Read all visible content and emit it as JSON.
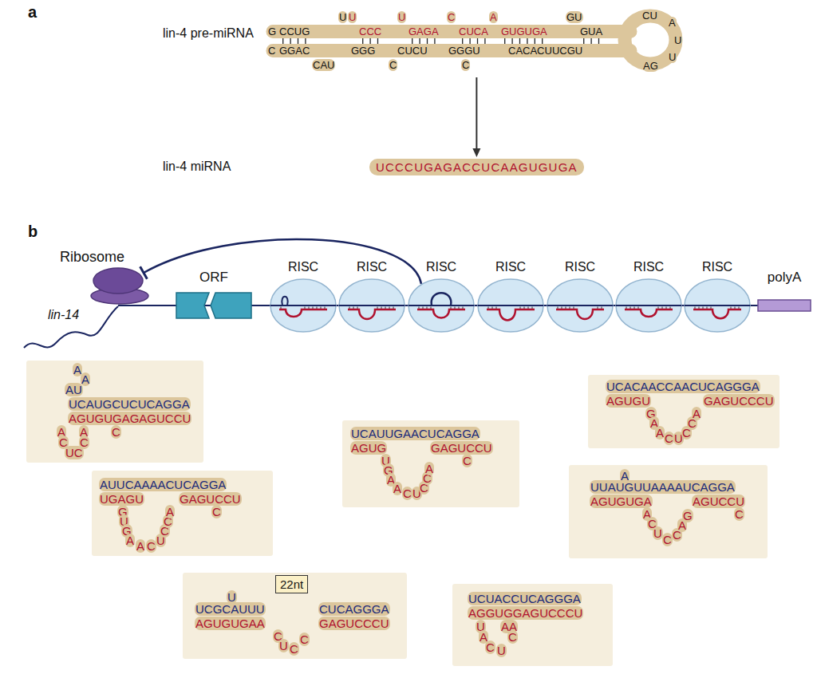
{
  "diagram": {
    "nodes": [
      {
        "text": [
          "U",
          "U",
          "U",
          "C",
          "A",
          "GU",
          "CU",
          "A",
          "G",
          "CCUG",
          "CCC",
          "GAGA",
          "CUCA",
          "GUGUGA",
          "GUA",
          "U",
          "C",
          "GGAC",
          "GGG",
          "CUCU",
          "GGGU",
          "CACACUUCGU",
          "U",
          "CAU",
          "C",
          "C",
          "AG"
        ]
      },
      {
        "text": [
          "UCCCUGAGACCUCAAGUGUGA"
        ]
      },
      {
        "text": [
          "Ribosome"
        ]
      },
      {
        "text": [
          "ORF"
        ]
      },
      {
        "text": [
          "RISC"
        ]
      },
      {
        "text": [
          "RISC"
        ]
      },
      {
        "text": [
          "RISC"
        ]
      },
      {
        "text": [
          "RISC"
        ]
      },
      {
        "text": [
          "RISC"
        ]
      },
      {
        "text": [
          "RISC"
        ]
      },
      {
        "text": [
          "RISC"
        ]
      },
      {
        "text": [
          "polyA"
        ]
      },
      {
        "text": [
          "A",
          "A",
          "AU",
          "UCAUGCUCUCAGGA",
          "AGUGUGAGAGUCCU",
          "A",
          "A",
          "C",
          "C",
          "C",
          "UC"
        ]
      },
      {
        "text": [
          "UCACAACCAACUCAGGGA",
          "AGUGU",
          "GAGUCCCU",
          "G",
          "A",
          "A",
          "C",
          "U",
          "C",
          "C",
          "A"
        ]
      },
      {
        "text": [
          "UCAUUGAACUCAGGA",
          "AGUG",
          "GAGUCCU",
          "U",
          "G",
          "A",
          "A",
          "C",
          "U",
          "C",
          "C",
          "A",
          "C"
        ]
      },
      {
        "text": [
          "A",
          "UUAUGUUAAAAUCAGGA",
          "AGUGUGA",
          "AGUCCU",
          "A",
          "C",
          "U",
          "C",
          "C",
          "A",
          "G",
          "C"
        ]
      },
      {
        "text": [
          "AUUCAAAACUCAGGA",
          "UGAGU",
          "GAGUCCU",
          "G",
          "U",
          "G",
          "A",
          "A",
          "C",
          "U",
          "C",
          "C",
          "A",
          "C"
        ]
      },
      {
        "text": [
          "U",
          "UCGCAUUU",
          "CUCAGGGA",
          "AGUGUGAA",
          "GAGUCCCU",
          "C",
          "U",
          "C",
          "C"
        ]
      },
      {
        "text": [
          "22nt"
        ],
        "in": 17
      },
      {
        "text": [
          "UCUACCUCAGGGA",
          "AGGUGGAGUCCCU",
          "U",
          "AA",
          "A",
          "C",
          "C",
          "U"
        ]
      }
    ],
    "edges": [
      {
        "from": 0,
        "to": 1,
        "arrow": "to"
      },
      {
        "from": 6,
        "to": 2,
        "arrow": "to"
      }
    ],
    "labels": [
      "a",
      "lin-4 pre-miRNA",
      "lin-4 miRNA",
      "b",
      "lin-14"
    ]
  }
}
